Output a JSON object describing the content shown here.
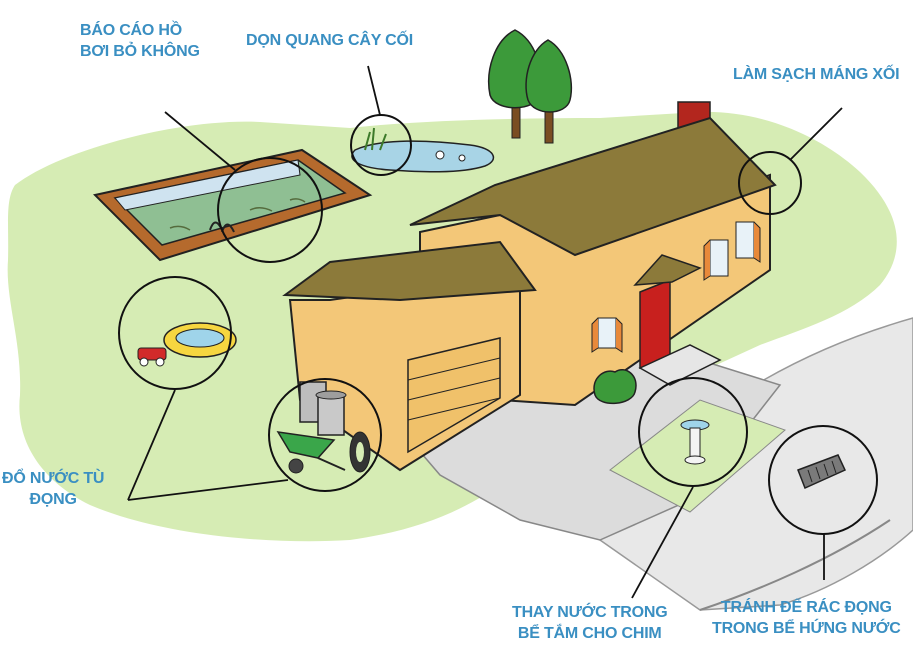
{
  "labels": {
    "pool": [
      "BÁO CÁO HỒ",
      "BƠI BỎ KHÔNG"
    ],
    "trees": [
      "DỌN QUANG CÂY CỐI"
    ],
    "gutter": [
      "LÀM SẠCH MÁNG XỐI"
    ],
    "standing_water": [
      "ĐỔ NƯỚC TÙ",
      "ĐỌNG"
    ],
    "birdbath": [
      "THAY NƯỚC TRONG",
      "BỂ TẮM CHO CHIM"
    ],
    "drain": [
      "TRÁNH ĐỂ RÁC ĐỌNG",
      "TRONG BỂ HỨNG NƯỚC"
    ]
  },
  "colors": {
    "label": "#3a8fc2",
    "lawn": "#d6ecb4",
    "house_wall": "#f3c778",
    "roof": "#8c7a3a",
    "pool_water": "#8fbf93",
    "pond": "#a8d4e6",
    "driveway": "#dcdcdc",
    "door": "#c8201e"
  },
  "icons": [
    "pool-icon",
    "pond-icon",
    "trees-icon",
    "house-icon",
    "kiddie-pool-icon",
    "toy-car-icon",
    "trash-can-icon",
    "wheelbarrow-icon",
    "tire-icon",
    "birdbath-icon",
    "shrub-icon",
    "storm-drain-icon"
  ]
}
